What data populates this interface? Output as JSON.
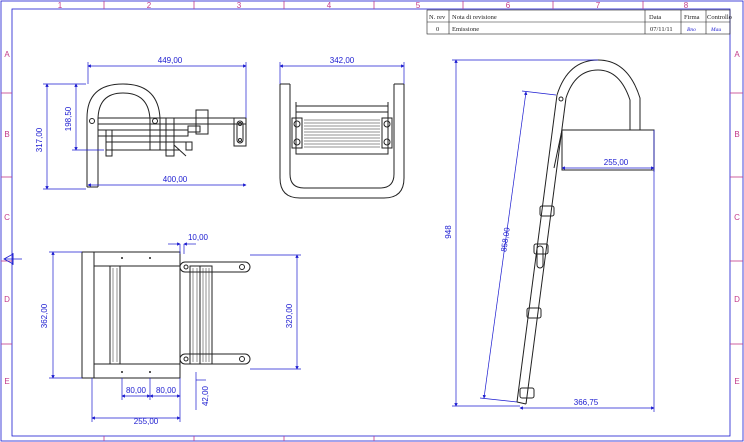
{
  "frame": {
    "columns": [
      "1",
      "2",
      "3",
      "4",
      "5",
      "6",
      "7",
      "8"
    ],
    "rows": [
      "A",
      "B",
      "C",
      "D",
      "E"
    ]
  },
  "revision_table": {
    "headers": {
      "rev": "N. rev",
      "note": "Nota di revisione",
      "date": "Data",
      "signature": "Firma",
      "check": "Controllo"
    },
    "rows": [
      {
        "rev": "0",
        "note": "Emissione",
        "date": "07/11/11",
        "signature": "Bno",
        "check": "Mau"
      }
    ]
  },
  "dimensions": {
    "side_width": "449,00",
    "side_height_total": "317,00",
    "side_height_upper": "198,50",
    "side_depth": "400,00",
    "front_width": "342,00",
    "top_width": "362,00",
    "top_inner_width": "320,00",
    "top_offset": "10,00",
    "top_step_a": "80,00",
    "top_step_b": "80,00",
    "top_base": "255,00",
    "top_small": "42,00",
    "iso_height": "948",
    "iso_length": "858,00",
    "iso_step": "255,00",
    "iso_base": "366,75"
  },
  "colors": {
    "line": "#222222",
    "dimension": "#1a1ad0",
    "frame": "#1a1ad0",
    "row_label": "#c23a8a",
    "tick": "#c23a8a"
  }
}
